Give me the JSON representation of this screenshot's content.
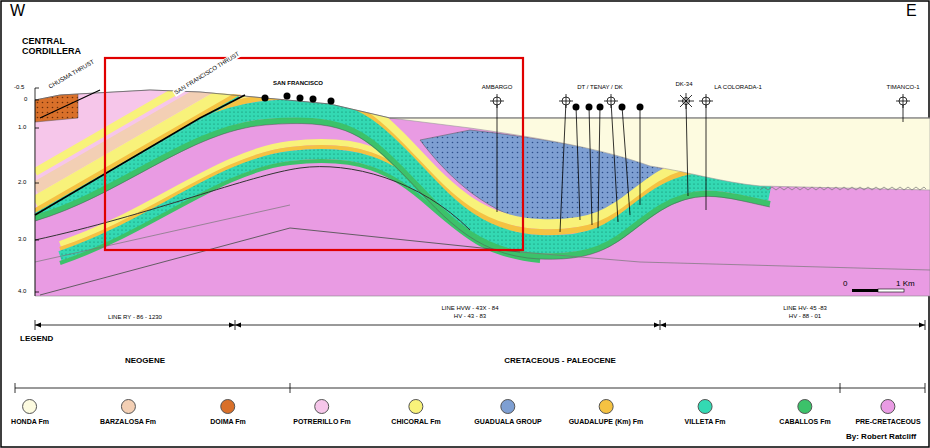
{
  "diagram": {
    "labels": [
      "W",
      "E",
      "CENTRAL CORDILLERA",
      "CHUSMA THRUST",
      "SAN FRANCISCO THRUST",
      "SAN FRANCISCO",
      "AMBARGO",
      "DT / TENAY / DK",
      "DK-34",
      "LA COLORADA-1",
      "TIMANCO-1",
      "-0.5",
      "0",
      "1.0",
      "2.0",
      "3.0",
      "4.0",
      "0",
      "1 Km",
      "LINE RY - 86 - 1230",
      "LINE HVW - 43X - 84",
      "HV - 43 - 83",
      "LINE HV- 45 -83",
      "HV - 88 - 01",
      "LEGEND",
      "NEOGENE",
      "CRETACEOUS - PALEOCENE",
      "By: Robert Ratcliff"
    ],
    "legend": [
      {
        "text": "HONDA Fm",
        "color": "#fdfbe0"
      },
      {
        "text": "BARZALOSA Fm",
        "color": "#f3cfb4"
      },
      {
        "text": "DOIMA Fm",
        "color": "#d9702a"
      },
      {
        "text": "POTRERILLO Fm",
        "color": "#f6c6ea"
      },
      {
        "text": "CHICORAL Fm",
        "color": "#f8f27a"
      },
      {
        "text": "GUADUALA GROUP",
        "color": "#7e9fd2"
      },
      {
        "text": "GUADALUPE (Km) Fm",
        "color": "#f5c242"
      },
      {
        "text": "VILLETA Fm",
        "color": "#33d9b3"
      },
      {
        "text": "CABALLOS Fm",
        "color": "#3cc26a"
      },
      {
        "text": "PRE-CRETACEOUS",
        "color": "#e99be3"
      }
    ]
  }
}
